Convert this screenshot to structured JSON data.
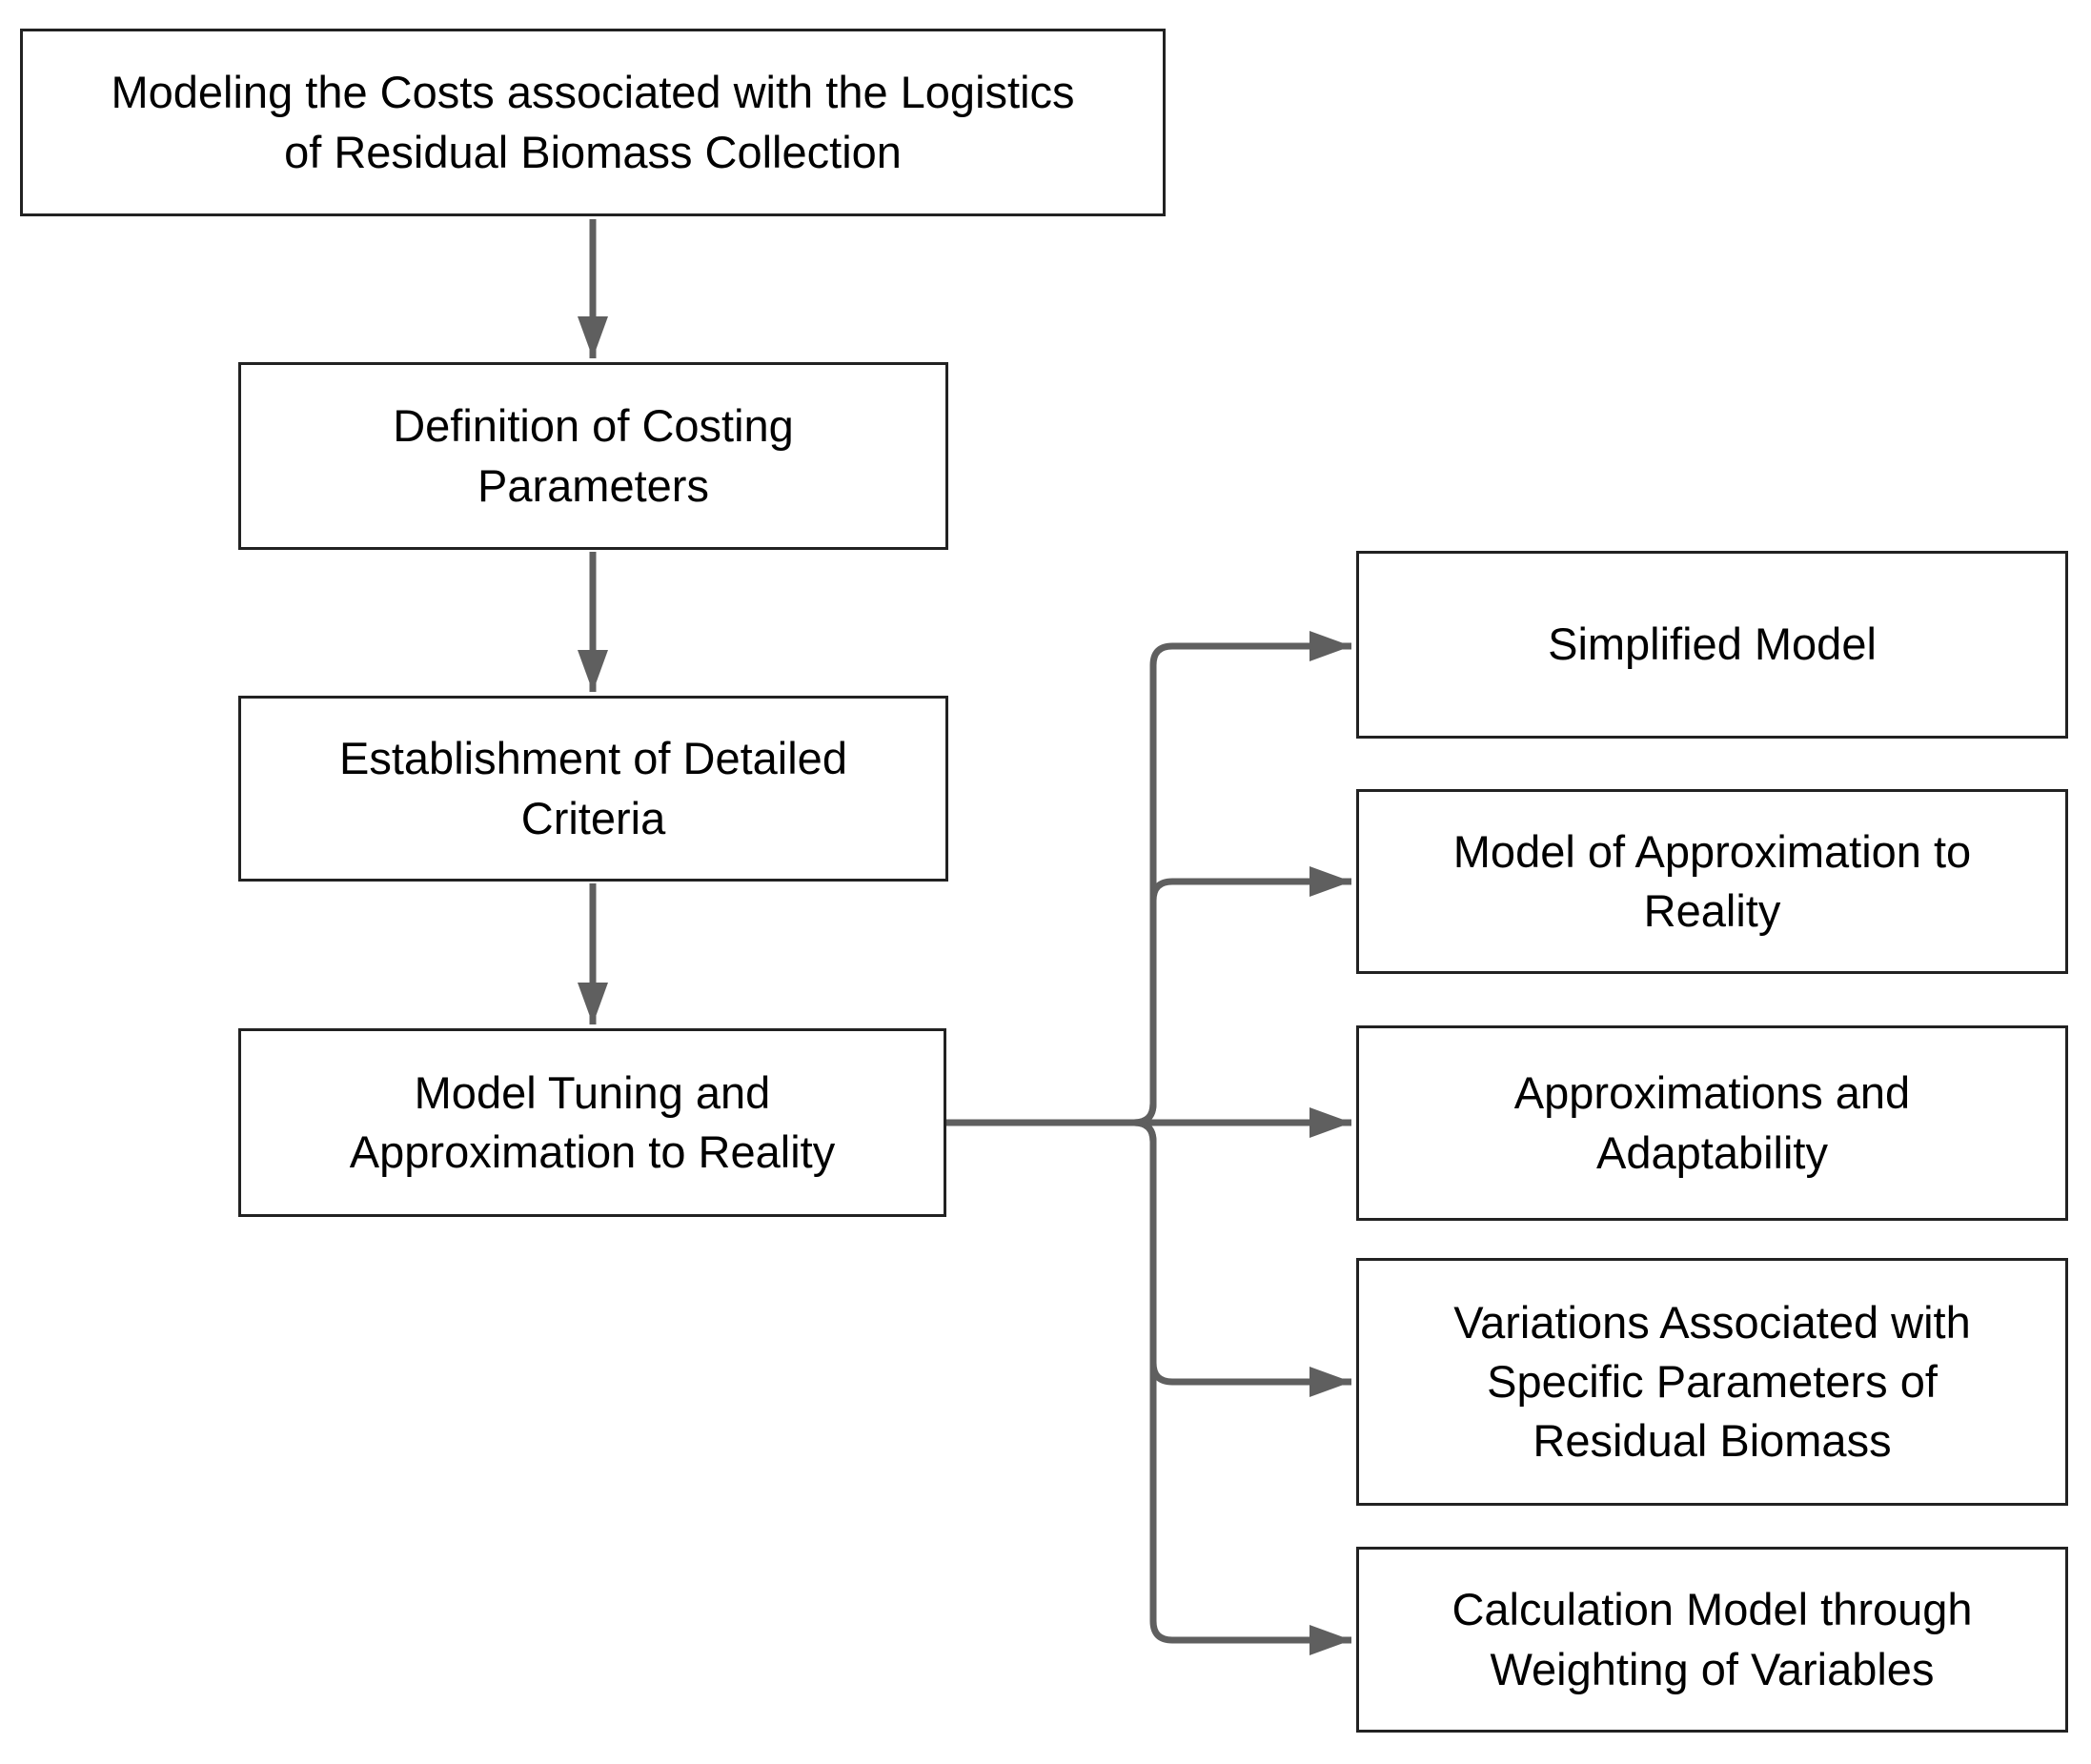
{
  "diagram": {
    "type": "flowchart",
    "colors": {
      "background": "#ffffff",
      "connector": "#5f5f5f",
      "box_border": "#222222",
      "text": "#000000",
      "box_fill": "#ffffff"
    },
    "nodes": {
      "root": {
        "label": "Modeling the Costs associated with the Logistics of Residual Biomass Collection"
      },
      "step1": {
        "label": "Definition of Costing Parameters"
      },
      "step2": {
        "label": "Establishment of Detailed Criteria"
      },
      "step3": {
        "label": "Model Tuning and Approximation to Reality"
      },
      "out1": {
        "label": "Simplified Model"
      },
      "out2": {
        "label": "Model of Approximation to Reality"
      },
      "out3": {
        "label": "Approximations and Adaptability"
      },
      "out4": {
        "label": "Variations Associated with Specific Parameters of Residual Biomass"
      },
      "out5": {
        "label": "Calculation Model through Weighting of Variables"
      }
    },
    "edges": [
      {
        "from": "root",
        "to": "step1"
      },
      {
        "from": "step1",
        "to": "step2"
      },
      {
        "from": "step2",
        "to": "step3"
      },
      {
        "from": "step3",
        "to": "out1"
      },
      {
        "from": "step3",
        "to": "out2"
      },
      {
        "from": "step3",
        "to": "out3"
      },
      {
        "from": "step3",
        "to": "out4"
      },
      {
        "from": "step3",
        "to": "out5"
      }
    ]
  }
}
